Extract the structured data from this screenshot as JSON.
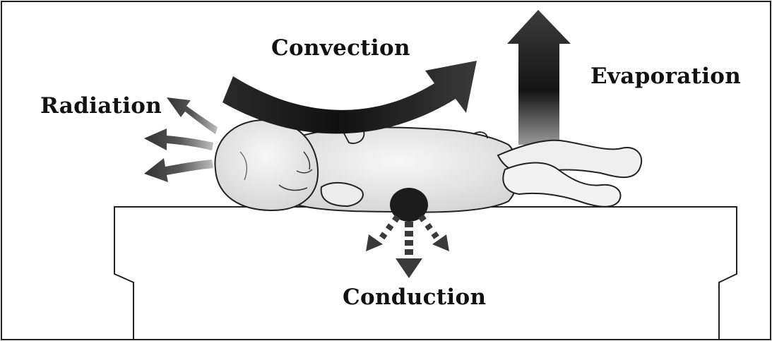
{
  "labels": {
    "convection": "Convection",
    "radiation": "Radiation",
    "evaporation": "Evaporation",
    "conduction": "Conduction"
  },
  "colors": {
    "ink": "#111111",
    "arrow_dark": "#1a1a1a",
    "arrow_mid": "#555555",
    "skin": "#f2f2f2",
    "paper": "#ffffff"
  }
}
